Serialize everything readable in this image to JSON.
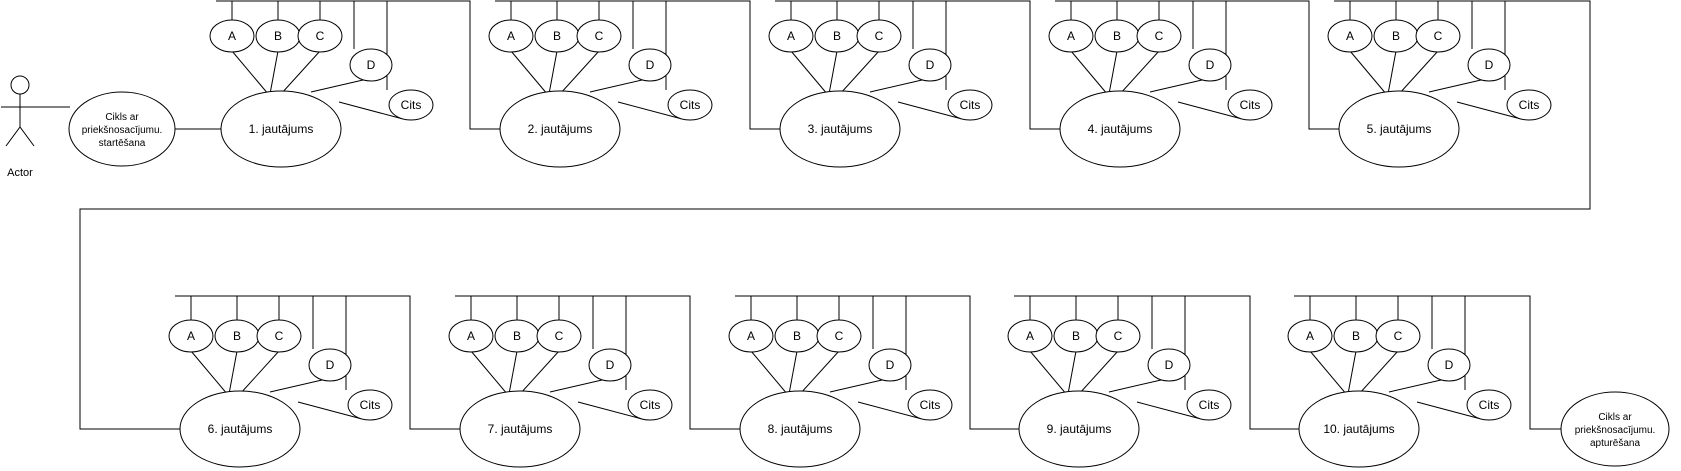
{
  "actor": {
    "label": "Actor"
  },
  "start": {
    "line1": "Cikls ar",
    "line2": "priekšnosacījumu.",
    "line3": "startēšana"
  },
  "end": {
    "line1": "Cikls ar",
    "line2": "priekšnosacījumu.",
    "line3": "apturēšana"
  },
  "questions": [
    {
      "label": "1. jautājums"
    },
    {
      "label": "2. jautājums"
    },
    {
      "label": "3. jautājums"
    },
    {
      "label": "4. jautājums"
    },
    {
      "label": "5. jautājums"
    },
    {
      "label": "6. jautājums"
    },
    {
      "label": "7. jautājums"
    },
    {
      "label": "8. jautājums"
    },
    {
      "label": "9. jautājums"
    },
    {
      "label": "10. jautājums"
    }
  ],
  "options": [
    "A",
    "B",
    "C",
    "D",
    "Cits"
  ],
  "colors": {
    "stroke": "#000000",
    "fill": "#ffffff"
  }
}
